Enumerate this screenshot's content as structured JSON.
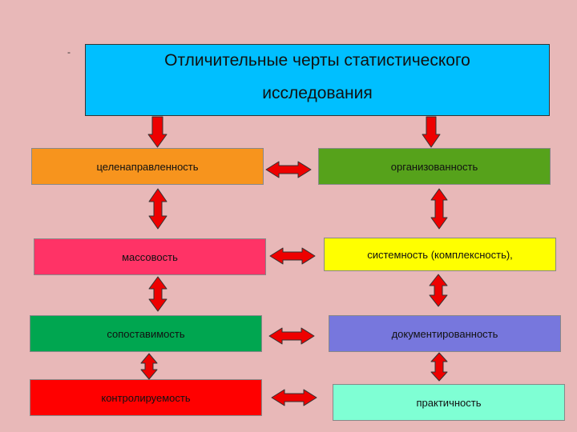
{
  "title": {
    "line1": "Отличительные черты статистического",
    "line2": "исследования"
  },
  "marker": "-",
  "nodes": {
    "purposefulness": {
      "label": "целенаправленность",
      "color": "#f7941d"
    },
    "organization": {
      "label": "организованность",
      "color": "#56a21b"
    },
    "massiveness": {
      "label": "массовость",
      "color": "#ff3366"
    },
    "systematicity": {
      "label": "системность (комплексность),",
      "color": "#ffff00"
    },
    "comparability": {
      "label": "сопоставимость",
      "color": "#00a650"
    },
    "documentation": {
      "label": "документированность",
      "color": "#7777dd"
    },
    "controllability": {
      "label": "контролируемость",
      "color": "#ff0000"
    },
    "practicality": {
      "label": "практичность",
      "color": "#7fffd4"
    }
  },
  "arrow_color": "#ee0000"
}
